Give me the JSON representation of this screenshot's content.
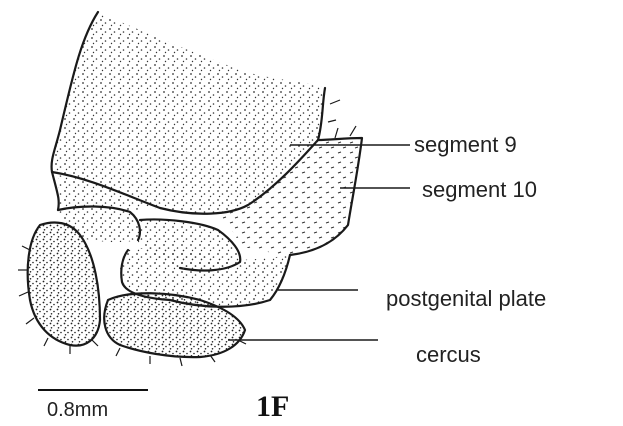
{
  "figure": {
    "panel_label": "1F",
    "scale_bar": {
      "label": "0.8mm"
    },
    "labels": {
      "segment_9": "segment 9",
      "segment_10": "segment 10",
      "postgenital_plate": "postgenital plate",
      "cercus": "cercus"
    }
  }
}
